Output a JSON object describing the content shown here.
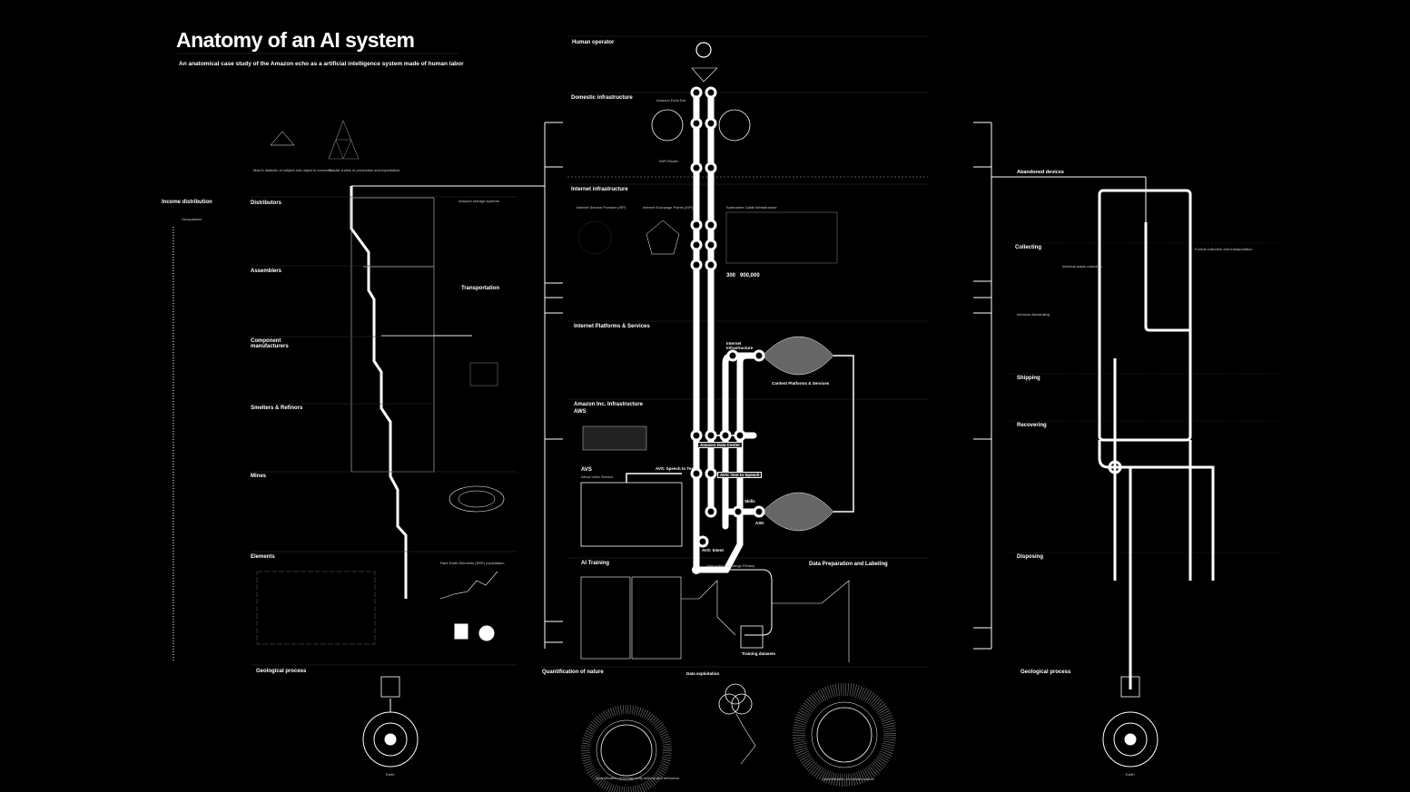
{
  "header": {
    "title": "Anatomy of an AI system",
    "subtitle": "An anatomical case study of the Amazon echo as a artificial intelligence system made of human labor",
    "caption_marx": "Marx's dialectic of subject and object in economy",
    "caption_fractal": "Fractal chains of production and exploitation"
  },
  "left": {
    "income_distribution": "Income distribution",
    "occupations": "Occupations",
    "sections": [
      "Distributors",
      "Assemblers",
      "Component manufacturers",
      "Smelters & Refinors",
      "Mines",
      "Elements"
    ],
    "transportation": "Transportation",
    "storage": "Amazon storage systems",
    "rare_earth": "Rare Earth Elements (REE) exploitation",
    "geological": "Geological process",
    "earth": "Earth"
  },
  "center": {
    "human_operator": "Human operator",
    "domestic_infrastructure": "Domestic infrastructure",
    "echo_dot": "Amazon Echo Dot",
    "wifi_router": "WiFi Router",
    "internet_infrastructure": "Internet infrastructure",
    "isp": "Internet Service Provider (ISP)",
    "ixp": "Internet Exchange Points (IXP)",
    "submarine": "Submarine Cable Infrastructure",
    "cable_count": "300",
    "cable_km": "900,000",
    "platforms": "Internet Platforms & Services",
    "internet_infra_label": "Internet Infrastructure",
    "content_platforms": "Content Platforms & Services",
    "amazon_infra": "Amazon Inc. Infrastructure",
    "aws": "AWS",
    "data_center": "Amazon Data Center",
    "avs": "AVS",
    "avs_full": "Alexa Voice Service",
    "speech_to_text": "AVS: Speech to Text",
    "text_to_speech": "AVS: Text to Speech",
    "skills": "Skills",
    "ask": "ASK",
    "intent": "AVS: Intent",
    "user_recordings": "User voice recordings",
    "privacy": "Privacy",
    "ai_training": "AI Training",
    "data_prep": "Data Preparation and Labeling",
    "training_datasets": "Training datasets",
    "quantification": "Quantification of nature",
    "data_exploitation": "Data exploitation",
    "quant_human": "Quantification of human body actions and behaviour",
    "quant_nature": "Quantification of natural product"
  },
  "right": {
    "abandoned": "Abandoned devices",
    "collecting": "Collecting",
    "informal_collection": "Informal waste collection",
    "formal_collection": "Formal collection and transportation",
    "informal_dismantling": "Informal dismantling",
    "shipping": "Shipping",
    "recovering": "Recovering",
    "disposing": "Disposing",
    "geological": "Geological process",
    "earth": "Earth"
  }
}
